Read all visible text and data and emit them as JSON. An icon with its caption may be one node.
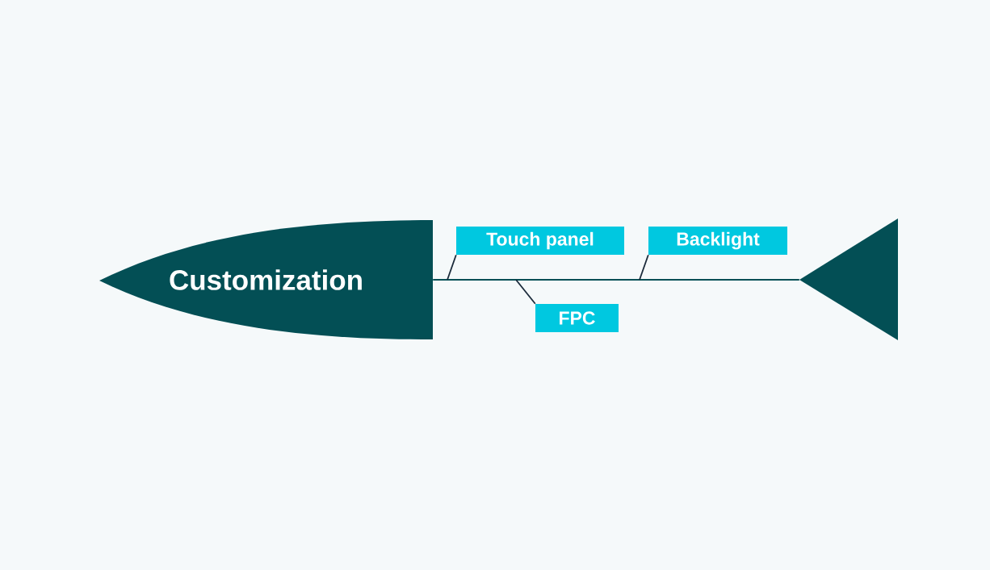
{
  "diagram": {
    "nodes": [
      {
        "text": [
          "Customization"
        ]
      },
      {
        "text": [],
        "shape": "triangle"
      },
      {
        "text": [
          "Touch panel"
        ]
      },
      {
        "text": [
          "FPC"
        ]
      },
      {
        "text": [
          "Backlight"
        ]
      }
    ],
    "edges": [
      {
        "from": 0,
        "to": 1,
        "arrow": "none"
      },
      {
        "from": 2,
        "to": null,
        "arrow": "none"
      },
      {
        "from": 3,
        "to": null,
        "arrow": "none"
      },
      {
        "from": 4,
        "to": null,
        "arrow": "none"
      }
    ]
  }
}
